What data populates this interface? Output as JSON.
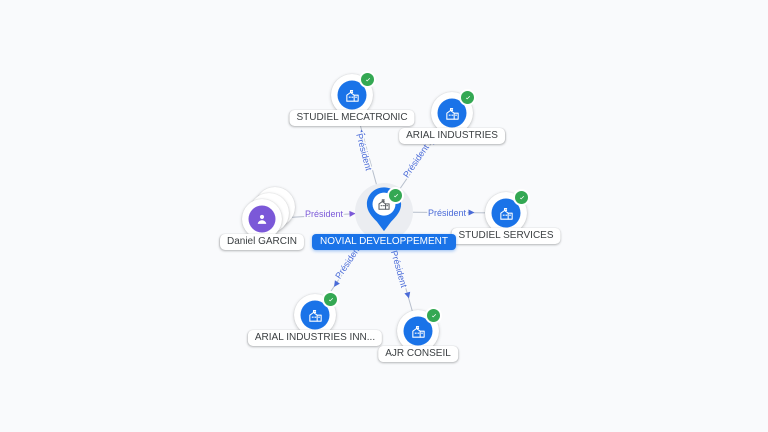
{
  "colors": {
    "background": "#f9fafc",
    "company-blue": "#1a73e8",
    "person-purple": "#7b58d8",
    "verified-green": "#34a853",
    "edge-line": "#b7bfcc",
    "edge-label-blue": "#4a6bd8",
    "edge-label-purple": "#7b58d8",
    "center-label-bg": "#1a73e8",
    "halo-gray": "#ebedf1"
  },
  "graph": {
    "center": {
      "label": "NOVIAL DEVELOPPEMENT",
      "type": "company",
      "verified": true
    },
    "nodes": [
      {
        "id": "studiel-mecatronic",
        "label": "STUDIEL MECATRONIC",
        "type": "company",
        "verified": true
      },
      {
        "id": "arial-industries",
        "label": "ARIAL INDUSTRIES",
        "type": "company",
        "verified": true
      },
      {
        "id": "studiel-services",
        "label": "STUDIEL SERVICES",
        "type": "company",
        "verified": true
      },
      {
        "id": "daniel-garcin",
        "label": "Daniel GARCIN",
        "type": "person",
        "verified": false
      },
      {
        "id": "arial-industries-inn",
        "label": "ARIAL INDUSTRIES INN...",
        "type": "company",
        "verified": true
      },
      {
        "id": "ajr-conseil",
        "label": "AJR CONSEIL",
        "type": "company",
        "verified": true
      }
    ],
    "edges": [
      {
        "label": "Président",
        "from": "NOVIAL DEVELOPPEMENT",
        "to": "STUDIEL MECATRONIC"
      },
      {
        "label": "Président",
        "from": "NOVIAL DEVELOPPEMENT",
        "to": "ARIAL INDUSTRIES"
      },
      {
        "label": "Président",
        "from": "NOVIAL DEVELOPPEMENT",
        "to": "STUDIEL SERVICES"
      },
      {
        "label": "Président",
        "from": "Daniel GARCIN",
        "to": "NOVIAL DEVELOPPEMENT"
      },
      {
        "label": "Président",
        "from": "NOVIAL DEVELOPPEMENT",
        "to": "ARIAL INDUSTRIES INN..."
      },
      {
        "label": "Président",
        "from": "NOVIAL DEVELOPPEMENT",
        "to": "AJR CONSEIL"
      }
    ]
  }
}
